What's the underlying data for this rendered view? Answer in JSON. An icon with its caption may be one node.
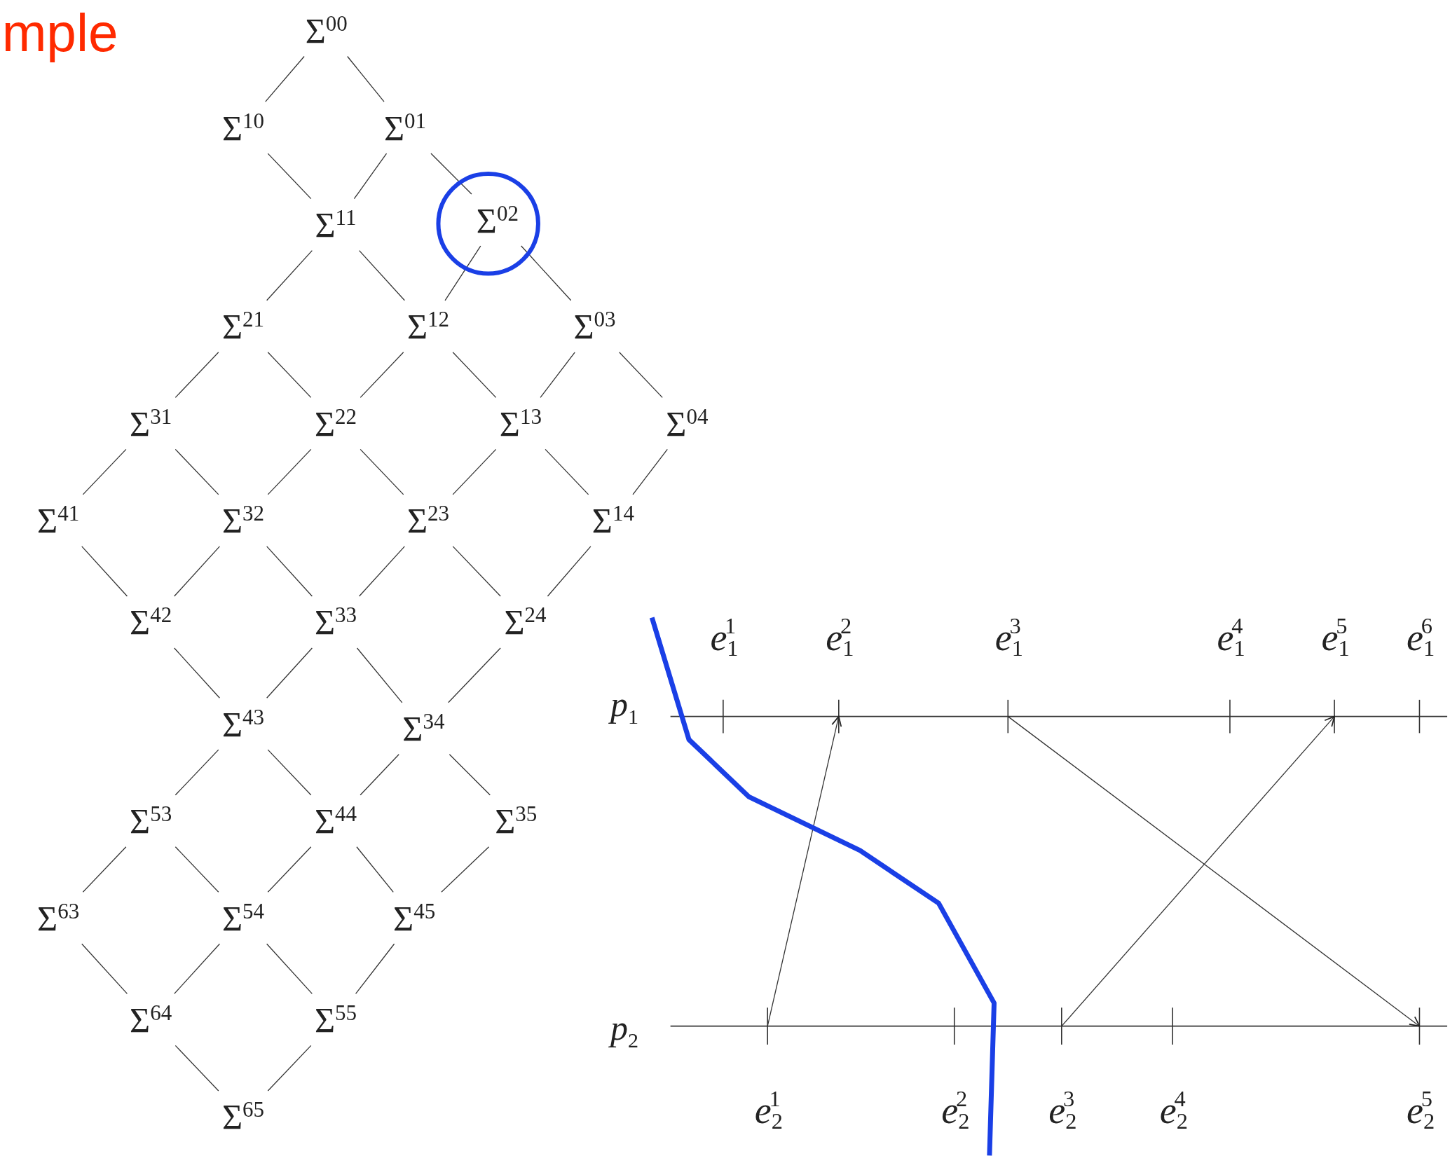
{
  "diagram": {
    "nodes": [
      {
        "text": [
          "Σ$^{00}$"
        ]
      },
      {
        "text": [
          "Σ$^{10}$"
        ]
      },
      {
        "text": [
          "Σ$^{01}$"
        ]
      },
      {
        "text": [
          "Σ$^{11}$"
        ]
      },
      {
        "text": [
          "Σ$^{02}$"
        ]
      },
      {
        "text": [
          "Σ$^{21}$"
        ]
      },
      {
        "text": [
          "Σ$^{12}$"
        ]
      },
      {
        "text": [
          "Σ$^{03}$"
        ]
      },
      {
        "text": [
          "Σ$^{31}$"
        ]
      },
      {
        "text": [
          "Σ$^{22}$"
        ]
      },
      {
        "text": [
          "Σ$^{13}$"
        ]
      },
      {
        "text": [
          "Σ$^{04}$"
        ]
      },
      {
        "text": [
          "Σ$^{41}$"
        ]
      },
      {
        "text": [
          "Σ$^{32}$"
        ]
      },
      {
        "text": [
          "Σ$^{23}$"
        ]
      },
      {
        "text": [
          "Σ$^{14}$"
        ]
      },
      {
        "text": [
          "Σ$^{42}$"
        ]
      },
      {
        "text": [
          "Σ$^{33}$"
        ]
      },
      {
        "text": [
          "Σ$^{24}$"
        ]
      },
      {
        "text": [
          "Σ$^{43}$"
        ]
      },
      {
        "text": [
          "Σ$^{34}$"
        ]
      },
      {
        "text": [
          "Σ$^{53}$"
        ]
      },
      {
        "text": [
          "Σ$^{44}$"
        ]
      },
      {
        "text": [
          "Σ$^{35}$"
        ]
      },
      {
        "text": [
          "Σ$^{63}$"
        ]
      },
      {
        "text": [
          "Σ$^{54}$"
        ]
      },
      {
        "text": [
          "Σ$^{45}$"
        ]
      },
      {
        "text": [
          "Σ$^{64}$"
        ]
      },
      {
        "text": [
          "Σ$^{55}$"
        ]
      },
      {
        "text": [
          "Σ$^{65}$"
        ]
      },
      {
        "text": [
          "*e*$_{1}$$^{1}$"
        ]
      },
      {
        "text": [
          "*e*$_{1}$$^{2}$"
        ]
      },
      {
        "text": [
          "*e*$_{1}$$^{3}$"
        ]
      },
      {
        "text": [
          "*e*$_{1}$$^{4}$"
        ]
      },
      {
        "text": [
          "*e*$_{1}$$^{5}$"
        ]
      },
      {
        "text": [
          "*e*$_{1}$$^{6}$"
        ]
      },
      {
        "text": [
          "*e*$_{2}$$^{1}$"
        ]
      },
      {
        "text": [
          "*e*$_{2}$$^{2}$"
        ]
      },
      {
        "text": [
          "*e*$_{2}$$^{3}$"
        ]
      },
      {
        "text": [
          "*e*$_{2}$$^{4}$"
        ]
      },
      {
        "text": [
          "*e*$_{2}$$^{5}$"
        ]
      }
    ],
    "edges": [
      {
        "from": 0,
        "to": 1,
        "arrow": "none"
      },
      {
        "from": 0,
        "to": 2,
        "arrow": "none"
      },
      {
        "from": 1,
        "to": 3,
        "arrow": "none"
      },
      {
        "from": 2,
        "to": 3,
        "arrow": "none"
      },
      {
        "from": 2,
        "to": 4,
        "arrow": "none"
      },
      {
        "from": 3,
        "to": 5,
        "arrow": "none"
      },
      {
        "from": 3,
        "to": 6,
        "arrow": "none"
      },
      {
        "from": 4,
        "to": 6,
        "arrow": "none"
      },
      {
        "from": 4,
        "to": 7,
        "arrow": "none"
      },
      {
        "from": 5,
        "to": 8,
        "arrow": "none"
      },
      {
        "from": 5,
        "to": 9,
        "arrow": "none"
      },
      {
        "from": 6,
        "to": 9,
        "arrow": "none"
      },
      {
        "from": 6,
        "to": 10,
        "arrow": "none"
      },
      {
        "from": 7,
        "to": 10,
        "arrow": "none"
      },
      {
        "from": 7,
        "to": 11,
        "arrow": "none"
      },
      {
        "from": 8,
        "to": 12,
        "arrow": "none"
      },
      {
        "from": 8,
        "to": 13,
        "arrow": "none"
      },
      {
        "from": 9,
        "to": 13,
        "arrow": "none"
      },
      {
        "from": 9,
        "to": 14,
        "arrow": "none"
      },
      {
        "from": 10,
        "to": 14,
        "arrow": "none"
      },
      {
        "from": 10,
        "to": 15,
        "arrow": "none"
      },
      {
        "from": 11,
        "to": 15,
        "arrow": "none"
      },
      {
        "from": 12,
        "to": 16,
        "arrow": "none"
      },
      {
        "from": 13,
        "to": 16,
        "arrow": "none"
      },
      {
        "from": 13,
        "to": 17,
        "arrow": "none"
      },
      {
        "from": 14,
        "to": 17,
        "arrow": "none"
      },
      {
        "from": 14,
        "to": 18,
        "arrow": "none"
      },
      {
        "from": 15,
        "to": 18,
        "arrow": "none"
      },
      {
        "from": 16,
        "to": 19,
        "arrow": "none"
      },
      {
        "from": 17,
        "to": 19,
        "arrow": "none"
      },
      {
        "from": 17,
        "to": 20,
        "arrow": "none"
      },
      {
        "from": 18,
        "to": 20,
        "arrow": "none"
      },
      {
        "from": 19,
        "to": 21,
        "arrow": "none"
      },
      {
        "from": 19,
        "to": 22,
        "arrow": "none"
      },
      {
        "from": 20,
        "to": 22,
        "arrow": "none"
      },
      {
        "from": 20,
        "to": 23,
        "arrow": "none"
      },
      {
        "from": 21,
        "to": 24,
        "arrow": "none"
      },
      {
        "from": 21,
        "to": 25,
        "arrow": "none"
      },
      {
        "from": 22,
        "to": 25,
        "arrow": "none"
      },
      {
        "from": 22,
        "to": 26,
        "arrow": "none"
      },
      {
        "from": 23,
        "to": 26,
        "arrow": "none"
      },
      {
        "from": 24,
        "to": 27,
        "arrow": "none"
      },
      {
        "from": 25,
        "to": 27,
        "arrow": "none"
      },
      {
        "from": 25,
        "to": 28,
        "arrow": "none"
      },
      {
        "from": 26,
        "to": 28,
        "arrow": "none"
      },
      {
        "from": 27,
        "to": 29,
        "arrow": "none"
      },
      {
        "from": 28,
        "to": 29,
        "arrow": "none"
      },
      {
        "from": 36,
        "to": 31,
        "arrow": "to"
      },
      {
        "from": 32,
        "to": 40,
        "arrow": "to"
      },
      {
        "from": 38,
        "to": 34,
        "arrow": "to"
      }
    ],
    "labels": [
      "mple",
      "*p*$_{1}$",
      "*p*$_{2}$"
    ]
  }
}
